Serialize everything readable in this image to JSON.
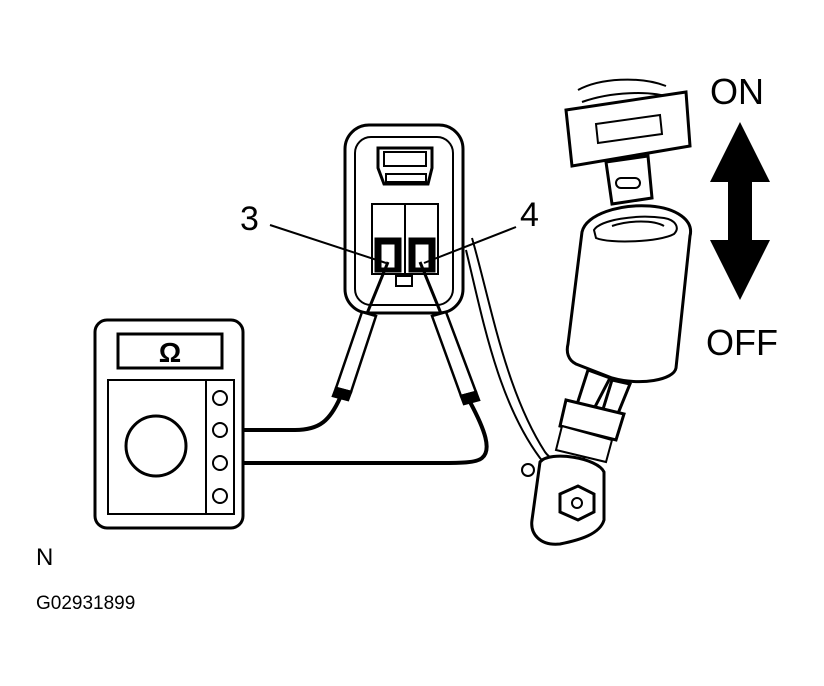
{
  "labels": {
    "pin_left": "3",
    "pin_right": "4",
    "on": "ON",
    "off": "OFF",
    "meter_symbol": "Ω",
    "corner_letter": "N",
    "figure_code": "G02931899"
  },
  "icons": {
    "meter": "ohmmeter-icon",
    "arrow": "double-headed-arrow-icon"
  },
  "colors": {
    "line": "#000000",
    "fill": "#ffffff"
  }
}
